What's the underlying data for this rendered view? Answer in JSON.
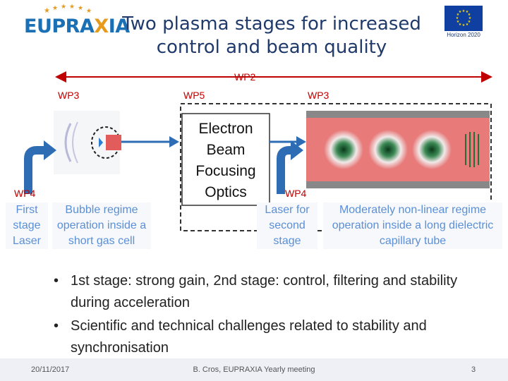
{
  "header": {
    "logo_text_eu": "EU",
    "logo_text_pra": "PRA",
    "logo_text_x": "X",
    "logo_text_ia": "IA",
    "title": "Two plasma stages for  increased control and beam quality",
    "horizon_label": "Horizon 2020",
    "colors": {
      "title": "#1f3a6b",
      "logo_blue": "#1a6fb5",
      "logo_orange": "#e69a1e",
      "eu_flag": "#0f3fa0",
      "eu_stars": "#ffdd00"
    }
  },
  "diagram": {
    "wp2_label": "WP2",
    "wp3_left_label": "WP3",
    "wp5_label": "WP5",
    "wp3_right_label": "WP3",
    "wp4_left_label": "WP4",
    "wp4_right_label": "WP4",
    "optics_box_text": "Electron Beam Focusing Optics",
    "captions": {
      "first_stage_laser": "First stage Laser",
      "bubble_regime": "Bubble regime operation inside a short gas cell",
      "second_stage_laser": "Laser for second stage",
      "nonlinear_regime": "Moderately non-linear regime operation inside a long dielectric capillary tube"
    },
    "colors": {
      "wp_label": "#c00000",
      "arrow_blue": "#2e6db4",
      "caption": "#5b8fd6"
    }
  },
  "bullets": [
    "1st stage: strong gain, 2nd stage: control, filtering and stability  during acceleration",
    "Scientific and technical challenges related to stability and synchronisation"
  ],
  "footer": {
    "date": "20/11/2017",
    "center": "B. Cros, EUPRAXIA Yearly meeting",
    "page_number": "3"
  }
}
